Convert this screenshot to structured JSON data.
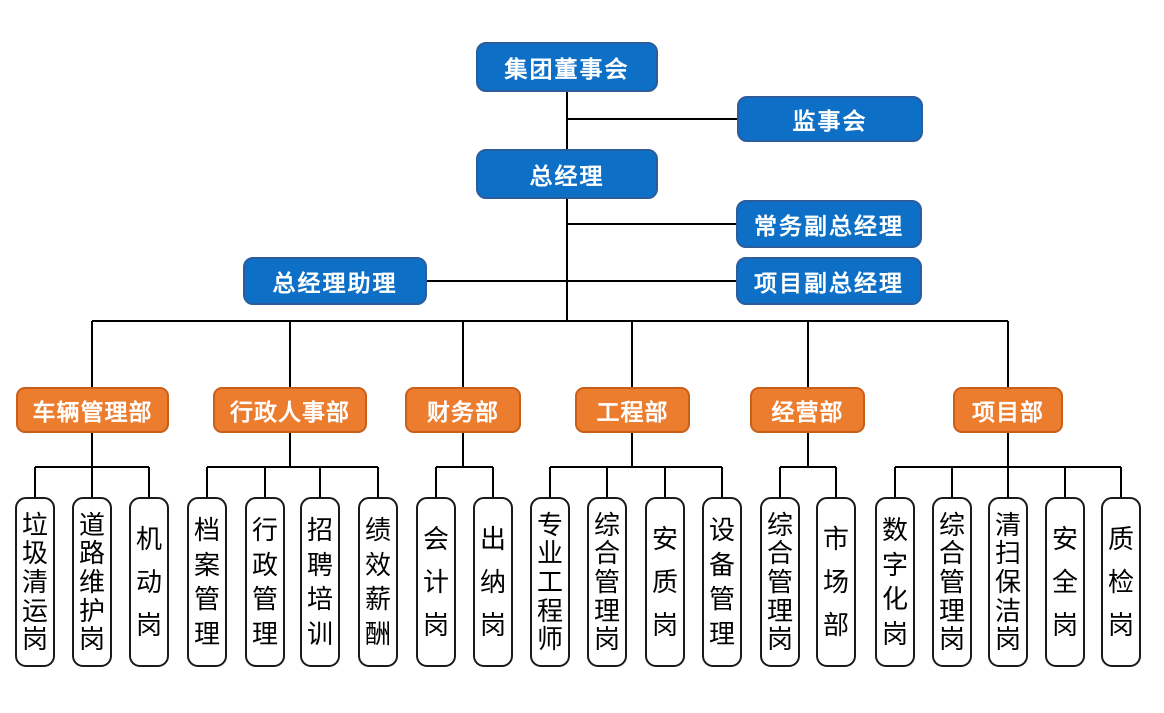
{
  "colors": {
    "executive_blue": "#0D70C6",
    "executive_blue_border": "#2B5D9C",
    "department_orange": "#EC7C2E",
    "department_orange_border": "#C85F1A",
    "position_box_fill": "#FFFFFF",
    "position_box_border": "#1A1A1A",
    "connector_line": "#000000",
    "box_text_white": "#FFFFFF",
    "position_text_black": "#000000"
  },
  "executive": {
    "board": "集团董事会",
    "supervisory_board": "监事会",
    "general_manager": "总经理",
    "executive_deputy_gm": "常务副总经理",
    "gm_assistant": "总经理助理",
    "project_deputy_gm": "项目副总经理"
  },
  "departments": [
    {
      "label": "车辆管理部",
      "positions": [
        "垃圾清运岗",
        "道路维护岗",
        "机动岗"
      ]
    },
    {
      "label": "行政人事部",
      "positions": [
        "档案管理",
        "行政管理",
        "招聘培训",
        "绩效薪酬"
      ]
    },
    {
      "label": "财务部",
      "positions": [
        "会计岗",
        "出纳岗"
      ]
    },
    {
      "label": "工程部",
      "positions": [
        "专业工程师",
        "综合管理岗",
        "安质岗",
        "设备管理"
      ]
    },
    {
      "label": "经营部",
      "positions": [
        "综合管理岗",
        "市场部"
      ]
    },
    {
      "label": "项目部",
      "positions": [
        "数字化岗",
        "综合管理岗",
        "清扫保洁岗",
        "安全岗",
        "质检岗"
      ]
    }
  ]
}
